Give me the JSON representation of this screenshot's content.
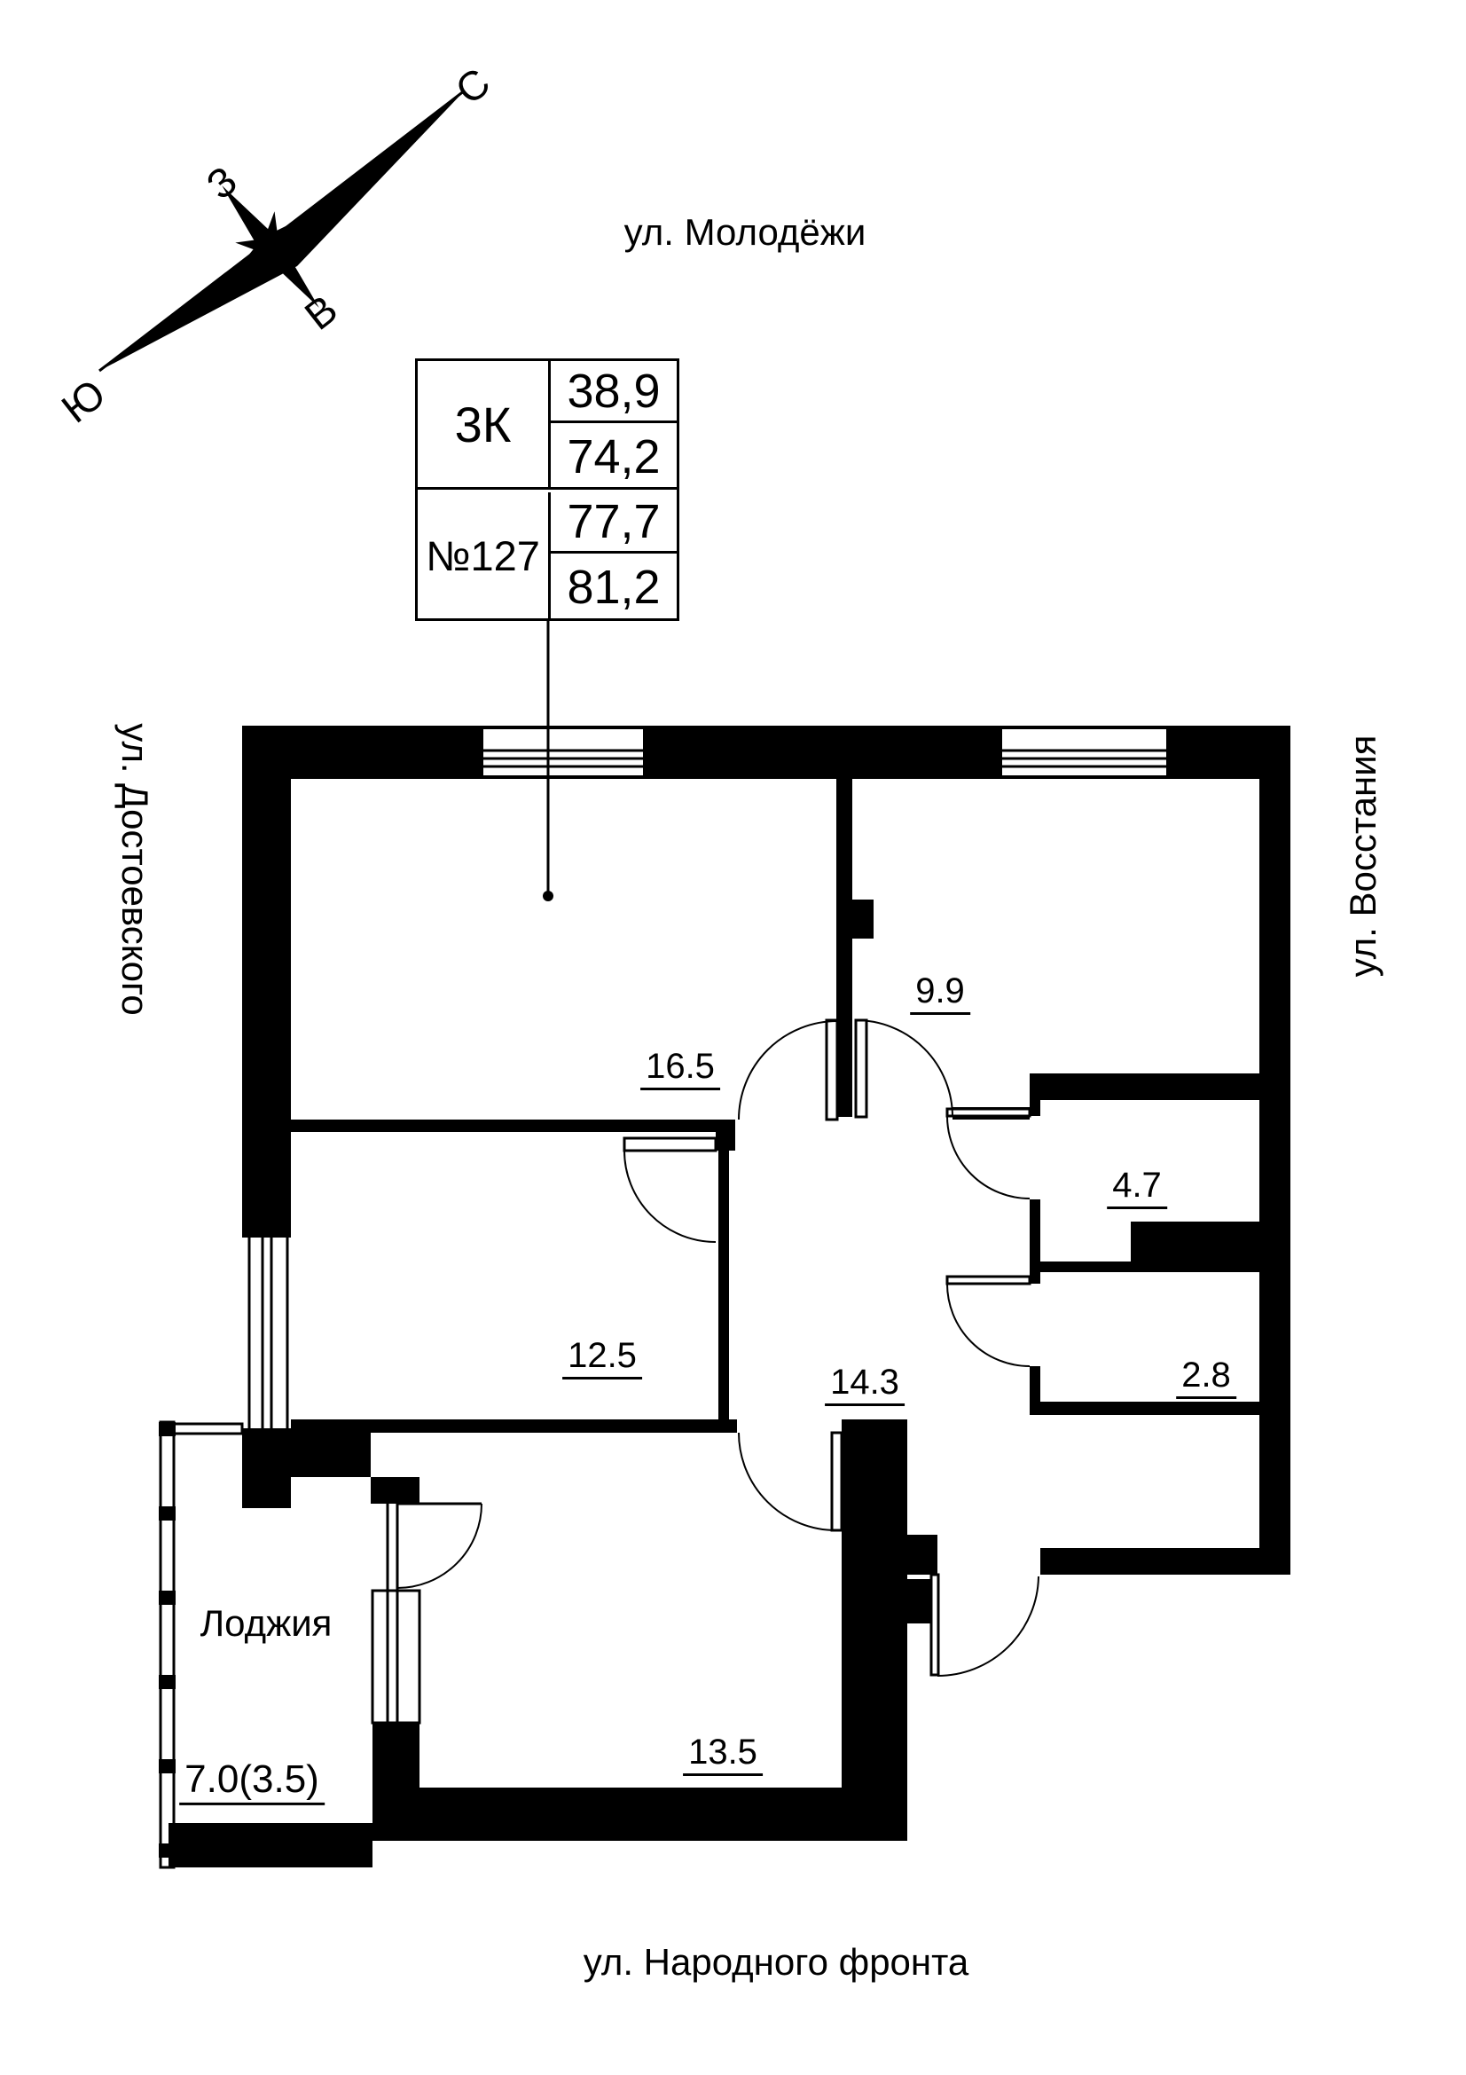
{
  "compass": {
    "north": "С",
    "west": "З",
    "east": "В",
    "south": "Ю"
  },
  "streets": {
    "top": "ул. Молодёжи",
    "left": "ул. Достоевского",
    "right": "ул. Восстания",
    "bottom": "ул. Народного фронта"
  },
  "info_table": {
    "apartment_type": "3К",
    "apartment_number": "№127",
    "living_area": "38,9",
    "floor_area": "74,2",
    "total_area": "77,7",
    "total_area_with_loggia": "81,2"
  },
  "rooms": {
    "living_room": "16.5",
    "kitchen": "9.9",
    "bedroom": "12.5",
    "hall": "14.3",
    "bathroom": "4.7",
    "wc": "2.8",
    "bedroom2": "13.5",
    "loggia_name": "Лоджия",
    "loggia_area": "7.0(3.5)"
  },
  "colors": {
    "ink": "#000000",
    "paper": "#ffffff"
  }
}
